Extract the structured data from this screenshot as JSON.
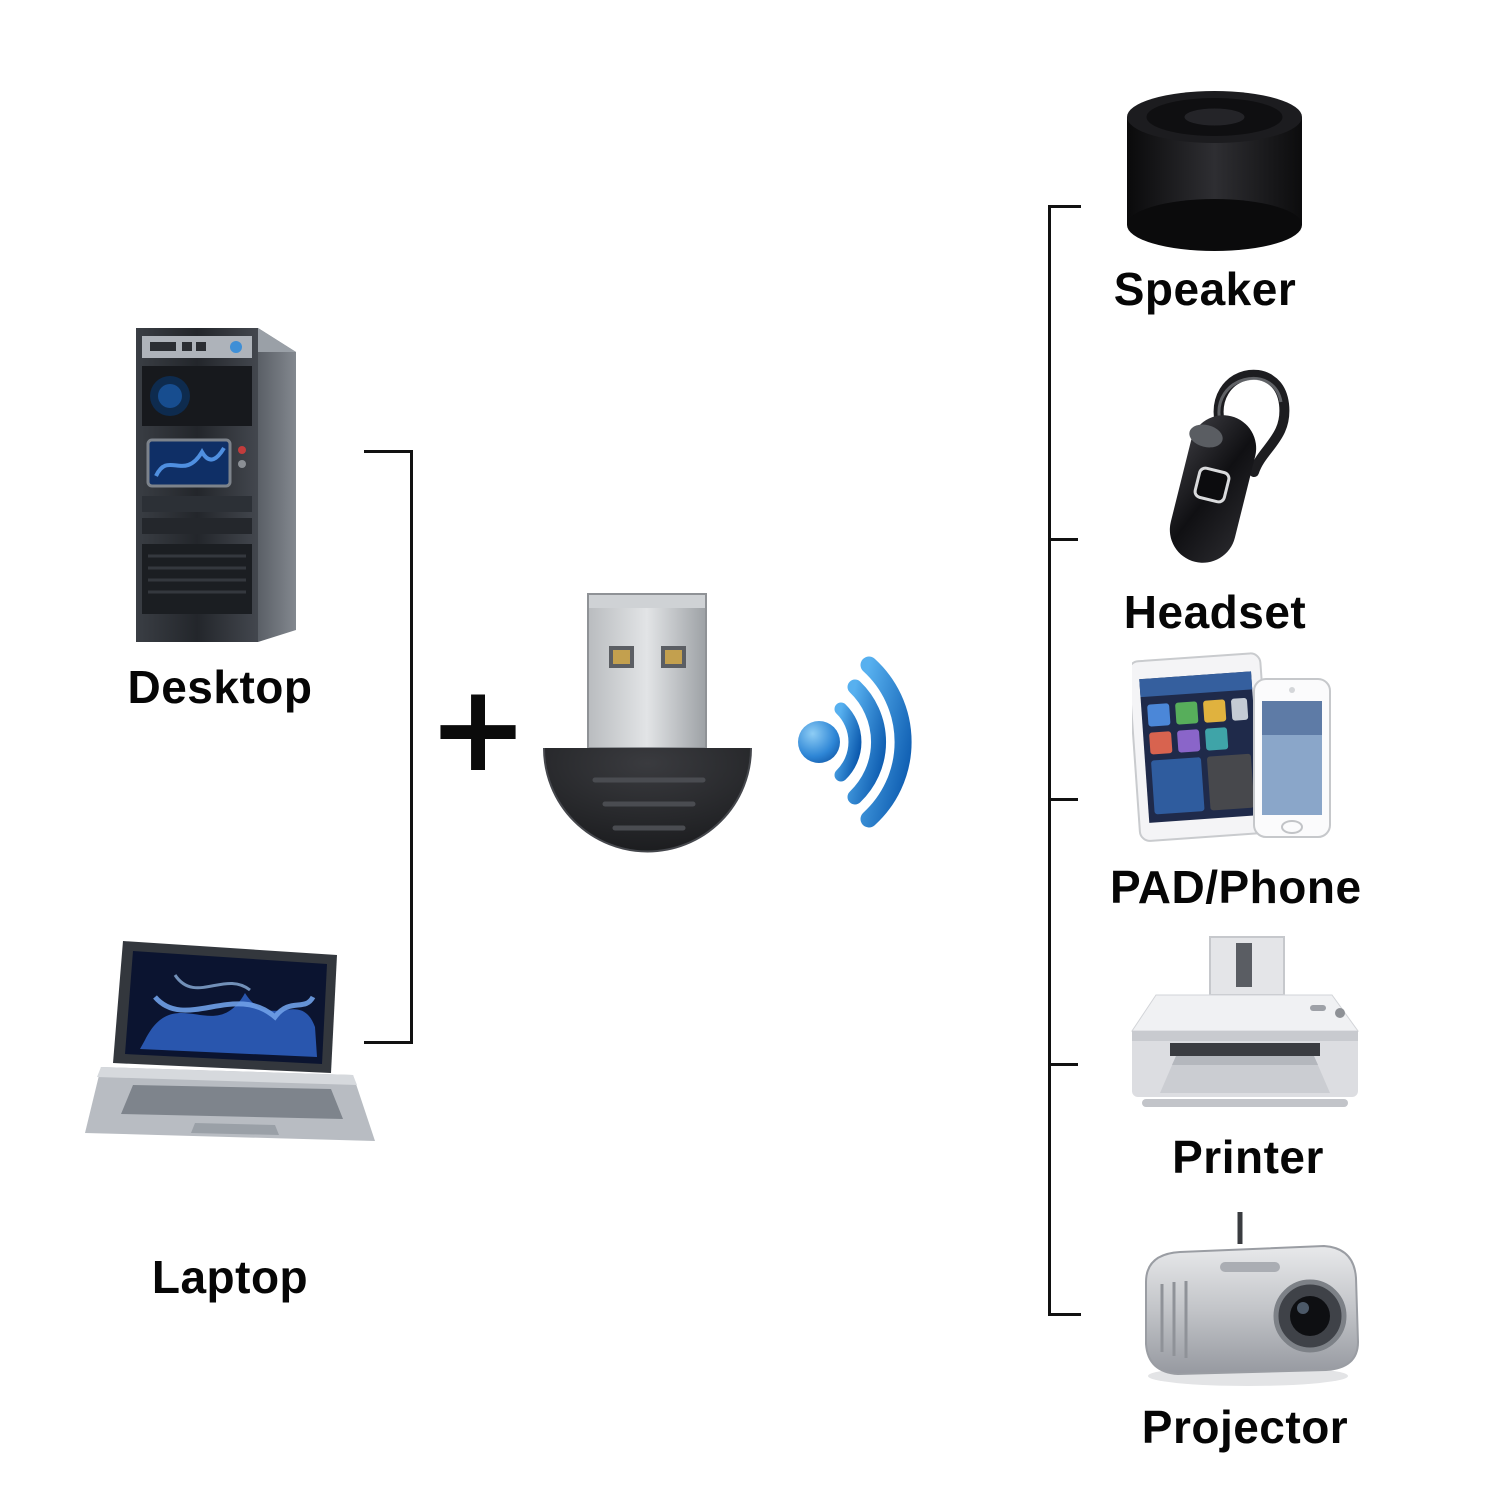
{
  "diagram": {
    "plus": "+",
    "source_devices": [
      {
        "label": "Desktop",
        "icon": "desktop-tower-icon"
      },
      {
        "label": "Laptop",
        "icon": "laptop-icon"
      }
    ],
    "adapter_icon": "usb-bluetooth-adapter-icon",
    "signal_icon": "wireless-signal-icon",
    "target_devices": [
      {
        "label": "Speaker",
        "icon": "speaker-icon"
      },
      {
        "label": "Headset",
        "icon": "headset-icon"
      },
      {
        "label": "PAD/Phone",
        "icon": "tablet-phone-icon"
      },
      {
        "label": "Printer",
        "icon": "printer-icon"
      },
      {
        "label": "Projector",
        "icon": "projector-icon"
      }
    ],
    "colors": {
      "background": "#ffffff",
      "line_black": "#111111",
      "label_text": "#060606",
      "signal_blue": "#1a75d2"
    }
  }
}
